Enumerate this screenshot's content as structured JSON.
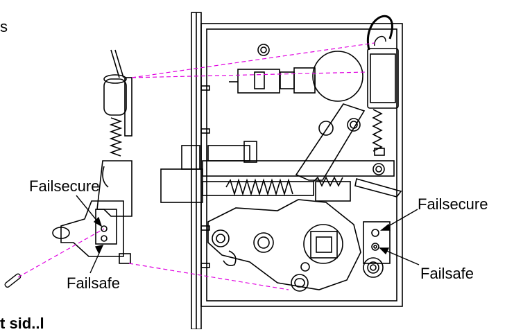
{
  "labels": {
    "corner_text": "s",
    "failsecure_left": "Failsecure",
    "failsafe_left": "Failsafe",
    "failsecure_right": "Failsecure",
    "failsafe_right": "Failsafe",
    "bottom_fragment": "t sid..l"
  },
  "colors": {
    "line": "#000000",
    "leader_dash": "#e000e0",
    "background": "#ffffff"
  }
}
